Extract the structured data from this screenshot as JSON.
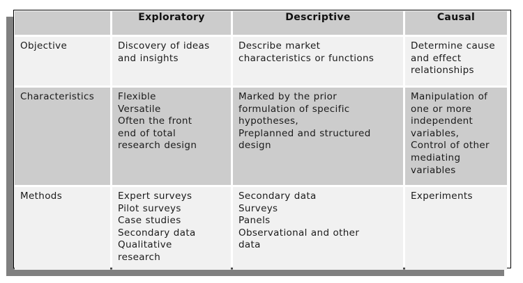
{
  "table": {
    "headers": [
      "",
      "Exploratory",
      "Descriptive",
      "Causal"
    ],
    "rows": [
      {
        "label": "Objective",
        "shade": "light",
        "cells": [
          [
            "Discovery of ideas",
            "and insights"
          ],
          [
            "Describe market",
            "characteristics or functions"
          ],
          [
            "Determine cause",
            "and effect",
            "relationships"
          ]
        ]
      },
      {
        "label": "Characteristics",
        "shade": "dark",
        "cells": [
          [
            "Flexible",
            "Versatile",
            "Often the front",
            "end of total",
            "research design"
          ],
          [
            "Marked by the prior",
            "formulation of specific",
            "hypotheses,",
            "Preplanned and structured",
            "design"
          ],
          [
            "Manipulation of",
            "one or more",
            "independent",
            "variables,",
            "Control of other",
            "mediating",
            "variables"
          ]
        ]
      },
      {
        "label": "Methods",
        "shade": "light",
        "cells": [
          [
            "Expert surveys",
            "Pilot surveys",
            "Case studies",
            "Secondary data",
            "Qualitative",
            "research"
          ],
          [
            "Secondary data",
            "Surveys",
            "Panels",
            "Observational and other",
            "data"
          ],
          [
            "Experiments"
          ]
        ]
      }
    ]
  },
  "colors": {
    "header_bg": "#cccccc",
    "light_row_bg": "#f1f1f1",
    "dark_row_bg": "#cccccc",
    "border": "#000000",
    "shadow": "#808080"
  }
}
